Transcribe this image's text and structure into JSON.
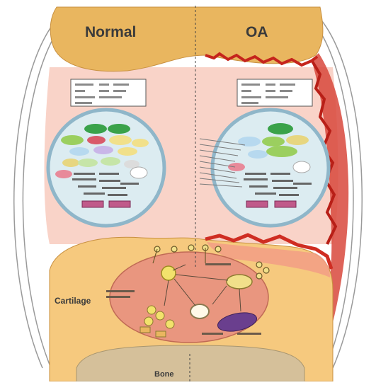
{
  "labels": {
    "normal": "Normal",
    "oa": "OA",
    "cartilage": "Cartilage",
    "bone": "Bone"
  },
  "colors": {
    "bone_tan": "#e9b65f",
    "synovial_fluid": "#f9d3c8",
    "cartilage": "#f6c97e",
    "chondrocyte": "#e9967f",
    "inflamed_membrane": "#d2342a",
    "subchondral_bone": "#d5c09a",
    "cell_ring": "#8fb6c9",
    "cell_fill": "#dcecf1"
  }
}
